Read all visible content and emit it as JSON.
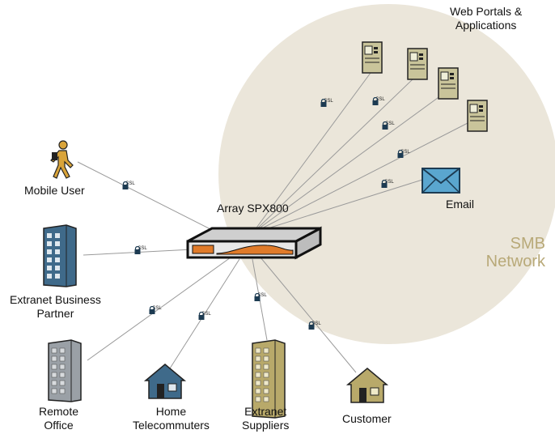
{
  "device": {
    "label": "Array SPX800"
  },
  "network": {
    "line1": "SMB",
    "line2": "Network"
  },
  "portals": {
    "line1": "Web Portals &",
    "line2": "Applications"
  },
  "email": {
    "label": "Email"
  },
  "endpoints": {
    "mobile_user": "Mobile User",
    "extranet_partner": {
      "line1": "Extranet Business",
      "line2": "Partner"
    },
    "remote_office": {
      "line1": "Remote",
      "line2": "Office"
    },
    "home": {
      "line1": "Home",
      "line2": "Telecommuters"
    },
    "suppliers": {
      "line1": "Extranet",
      "line2": "Suppliers"
    },
    "customer": "Customer"
  },
  "ssl_label": "SSL",
  "icons": [
    "walking-person-icon",
    "office-building-icon",
    "house-icon",
    "server-icon",
    "envelope-icon",
    "lock-icon",
    "appliance-icon"
  ],
  "colors": {
    "network_bg": "#ebe6da",
    "network_text": "#b8a978",
    "accent_orange": "#e07b2a",
    "building_blue": "#3f6a8a",
    "building_gray": "#9aa0a6",
    "building_tan": "#b8a96a",
    "email_blue": "#5aa6cf",
    "server_tan": "#c9c49a"
  }
}
